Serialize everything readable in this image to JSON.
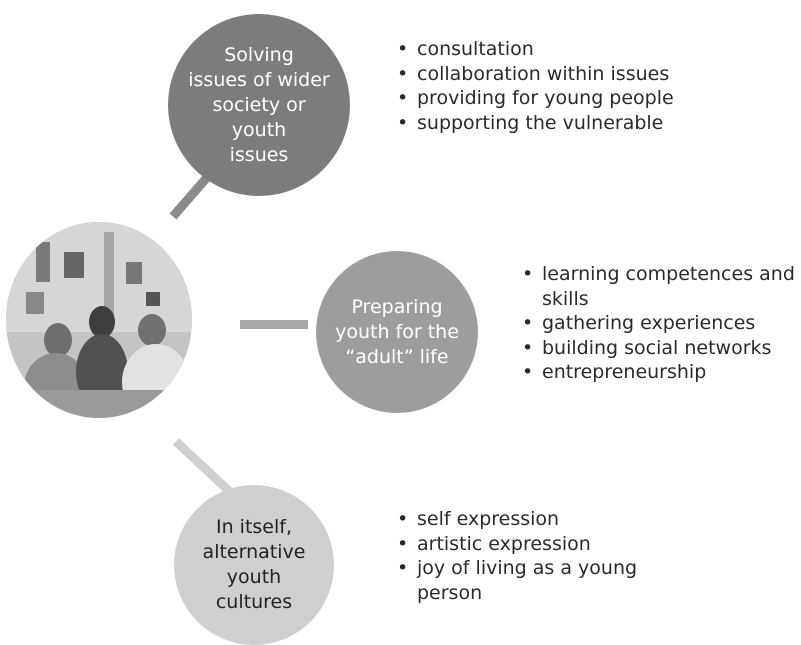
{
  "nodes": {
    "top": {
      "lines": [
        "Solving",
        "issues of wider",
        "society or",
        "youth",
        "issues"
      ]
    },
    "middle": {
      "lines": [
        "Preparing",
        "youth for the",
        "“adult” life"
      ]
    },
    "bottom": {
      "lines": [
        "In itself,",
        "alternative",
        "youth",
        "cultures"
      ]
    }
  },
  "lists": {
    "top": [
      "consultation",
      "collaboration within issues",
      "providing for young people",
      "supporting the vulnerable"
    ],
    "middle": [
      "learning competences and skills",
      "gathering experiences",
      "building social networks",
      "entrepreneurship"
    ],
    "bottom": [
      "self expression",
      "artistic expression",
      "joy of living as a young person"
    ]
  },
  "colors": {
    "top_circle": "#7c7c7c",
    "middle_circle": "#9d9d9d",
    "bottom_circle": "#cfcfcf",
    "text_dark": "#222222"
  }
}
